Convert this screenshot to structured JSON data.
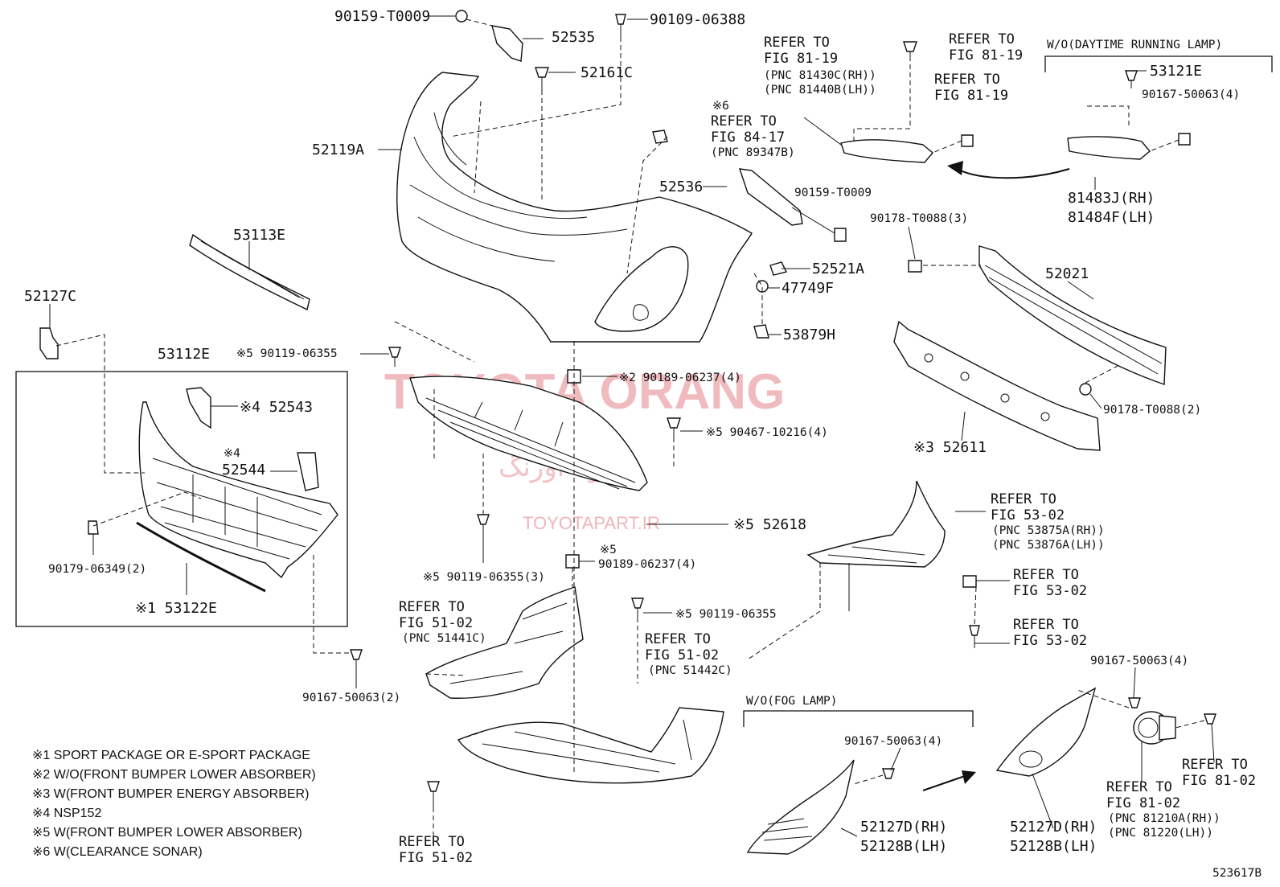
{
  "labels": {
    "p52535": "52535",
    "p90159a": "90159-T0009",
    "p90109": "90109-06388",
    "p52161c": "52161C",
    "p52119a": "52119A",
    "p53113e": "53113E",
    "p52127c": "52127C",
    "p53112e": "53112E",
    "p52543": "※4 52543",
    "p52544_note": "※4",
    "p52544": "52544",
    "p90179": "90179-06349(2)",
    "p53122e": "※1 53122E",
    "p90167a": "90167-50063(2)",
    "p90119a": "※5 90119-06355",
    "p90189a": "※2 90189-06237(4)",
    "p90467": "※5 90467-10216(4)",
    "p52618": "※5 52618",
    "p90119b": "※5 90119-06355(3)",
    "p90189b_note": "※5",
    "p90189b": "90189-06237(4)",
    "p90119c": "※5 90119-06355",
    "p52536": "52536",
    "p90159b": "90159-T0009",
    "p52521a": "52521A",
    "p47749f": "47749F",
    "p53879h": "53879H",
    "p90178a": "90178-T0088(3)",
    "p52021": "52021",
    "p90178b": "90178-T0088(2)",
    "p52611": "※3 52611",
    "p53121e": "53121E",
    "p90167b": "90167-50063(4)",
    "p81483": "81483J(RH)",
    "p81484": "81484F(LH)",
    "p90167c": "90167-50063(4)",
    "p90167d": "90167-50063(4)",
    "p52127d_a": "52127D(RH)",
    "p52128b_a": "52128B(LH)",
    "p52127d_b": "52127D(RH)",
    "p52128b_b": "52128B(LH)"
  },
  "refs": {
    "r1_a": "REFER TO",
    "r1_b": "FIG 81-19",
    "r1_c": "(PNC 81430C(RH))",
    "r1_d": "(PNC 81440B(LH))",
    "r2_a": "REFER TO",
    "r2_b": "FIG 81-19",
    "r3_a": "REFER TO",
    "r3_b": "FIG 81-19",
    "r4_note": "※6",
    "r4_a": "REFER TO",
    "r4_b": "FIG 84-17",
    "r4_c": "(PNC 89347B)",
    "r5_a": "REFER TO",
    "r5_b": "FIG 53-02",
    "r5_c": "(PNC 53875A(RH))",
    "r5_d": "(PNC 53876A(LH))",
    "r6_a": "REFER TO",
    "r6_b": "FIG 53-02",
    "r7_a": "REFER TO",
    "r7_b": "FIG 53-02",
    "r8_a": "REFER TO",
    "r8_b": "FIG 51-02",
    "r8_c": "(PNC 51441C)",
    "r9_a": "REFER TO",
    "r9_b": "FIG 51-02",
    "r9_c": "(PNC 51442C)",
    "r10_a": "REFER TO",
    "r10_b": "FIG 51-02",
    "r11_a": "REFER TO",
    "r11_b": "FIG 81-02",
    "r12_a": "REFER TO",
    "r12_b": "FIG 81-02",
    "r12_c": "(PNC 81210A(RH))",
    "r12_d": "(PNC 81220(LH))"
  },
  "groups": {
    "drl": "W/O(DAYTIME RUNNING LAMP)",
    "fog": "W/O(FOG LAMP)"
  },
  "notes": [
    "※1 SPORT PACKAGE OR E-SPORT PACKAGE",
    "※2 W/O(FRONT BUMPER LOWER ABSORBER)",
    "※3 W(FRONT BUMPER ENERGY ABSORBER)",
    "※4 NSP152",
    "※5 W(FRONT BUMPER LOWER ABSORBER)",
    "※6 W(CLEARANCE SONAR)"
  ],
  "diagram_id": "523617B",
  "watermark": {
    "title": "TOYOTA ORANG",
    "persian": "تویوتا اورنگ",
    "site": "TOYOTAPART.IR"
  }
}
